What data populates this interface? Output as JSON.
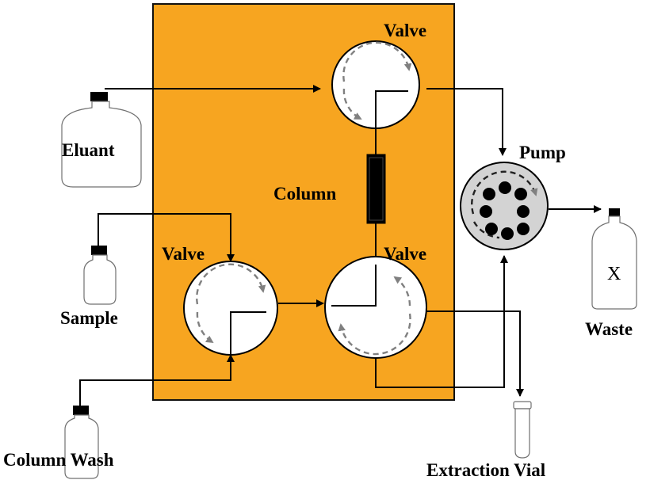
{
  "labels": {
    "valve_top": "Valve",
    "valve_left": "Valve",
    "valve_right": "Valve",
    "column": "Column",
    "pump": "Pump",
    "eluant": "Eluant",
    "sample": "Sample",
    "column_wash": "Column Wash",
    "extraction_vial": "Extraction Vial",
    "waste": "Waste",
    "waste_mark": "X"
  },
  "colors": {
    "panel": "#F7A520",
    "valve_fill": "#FFFFFF",
    "pump_fill": "#D3D3D3",
    "column_fill": "#000000",
    "dashed_flow": "#808080",
    "line": "#000000"
  }
}
